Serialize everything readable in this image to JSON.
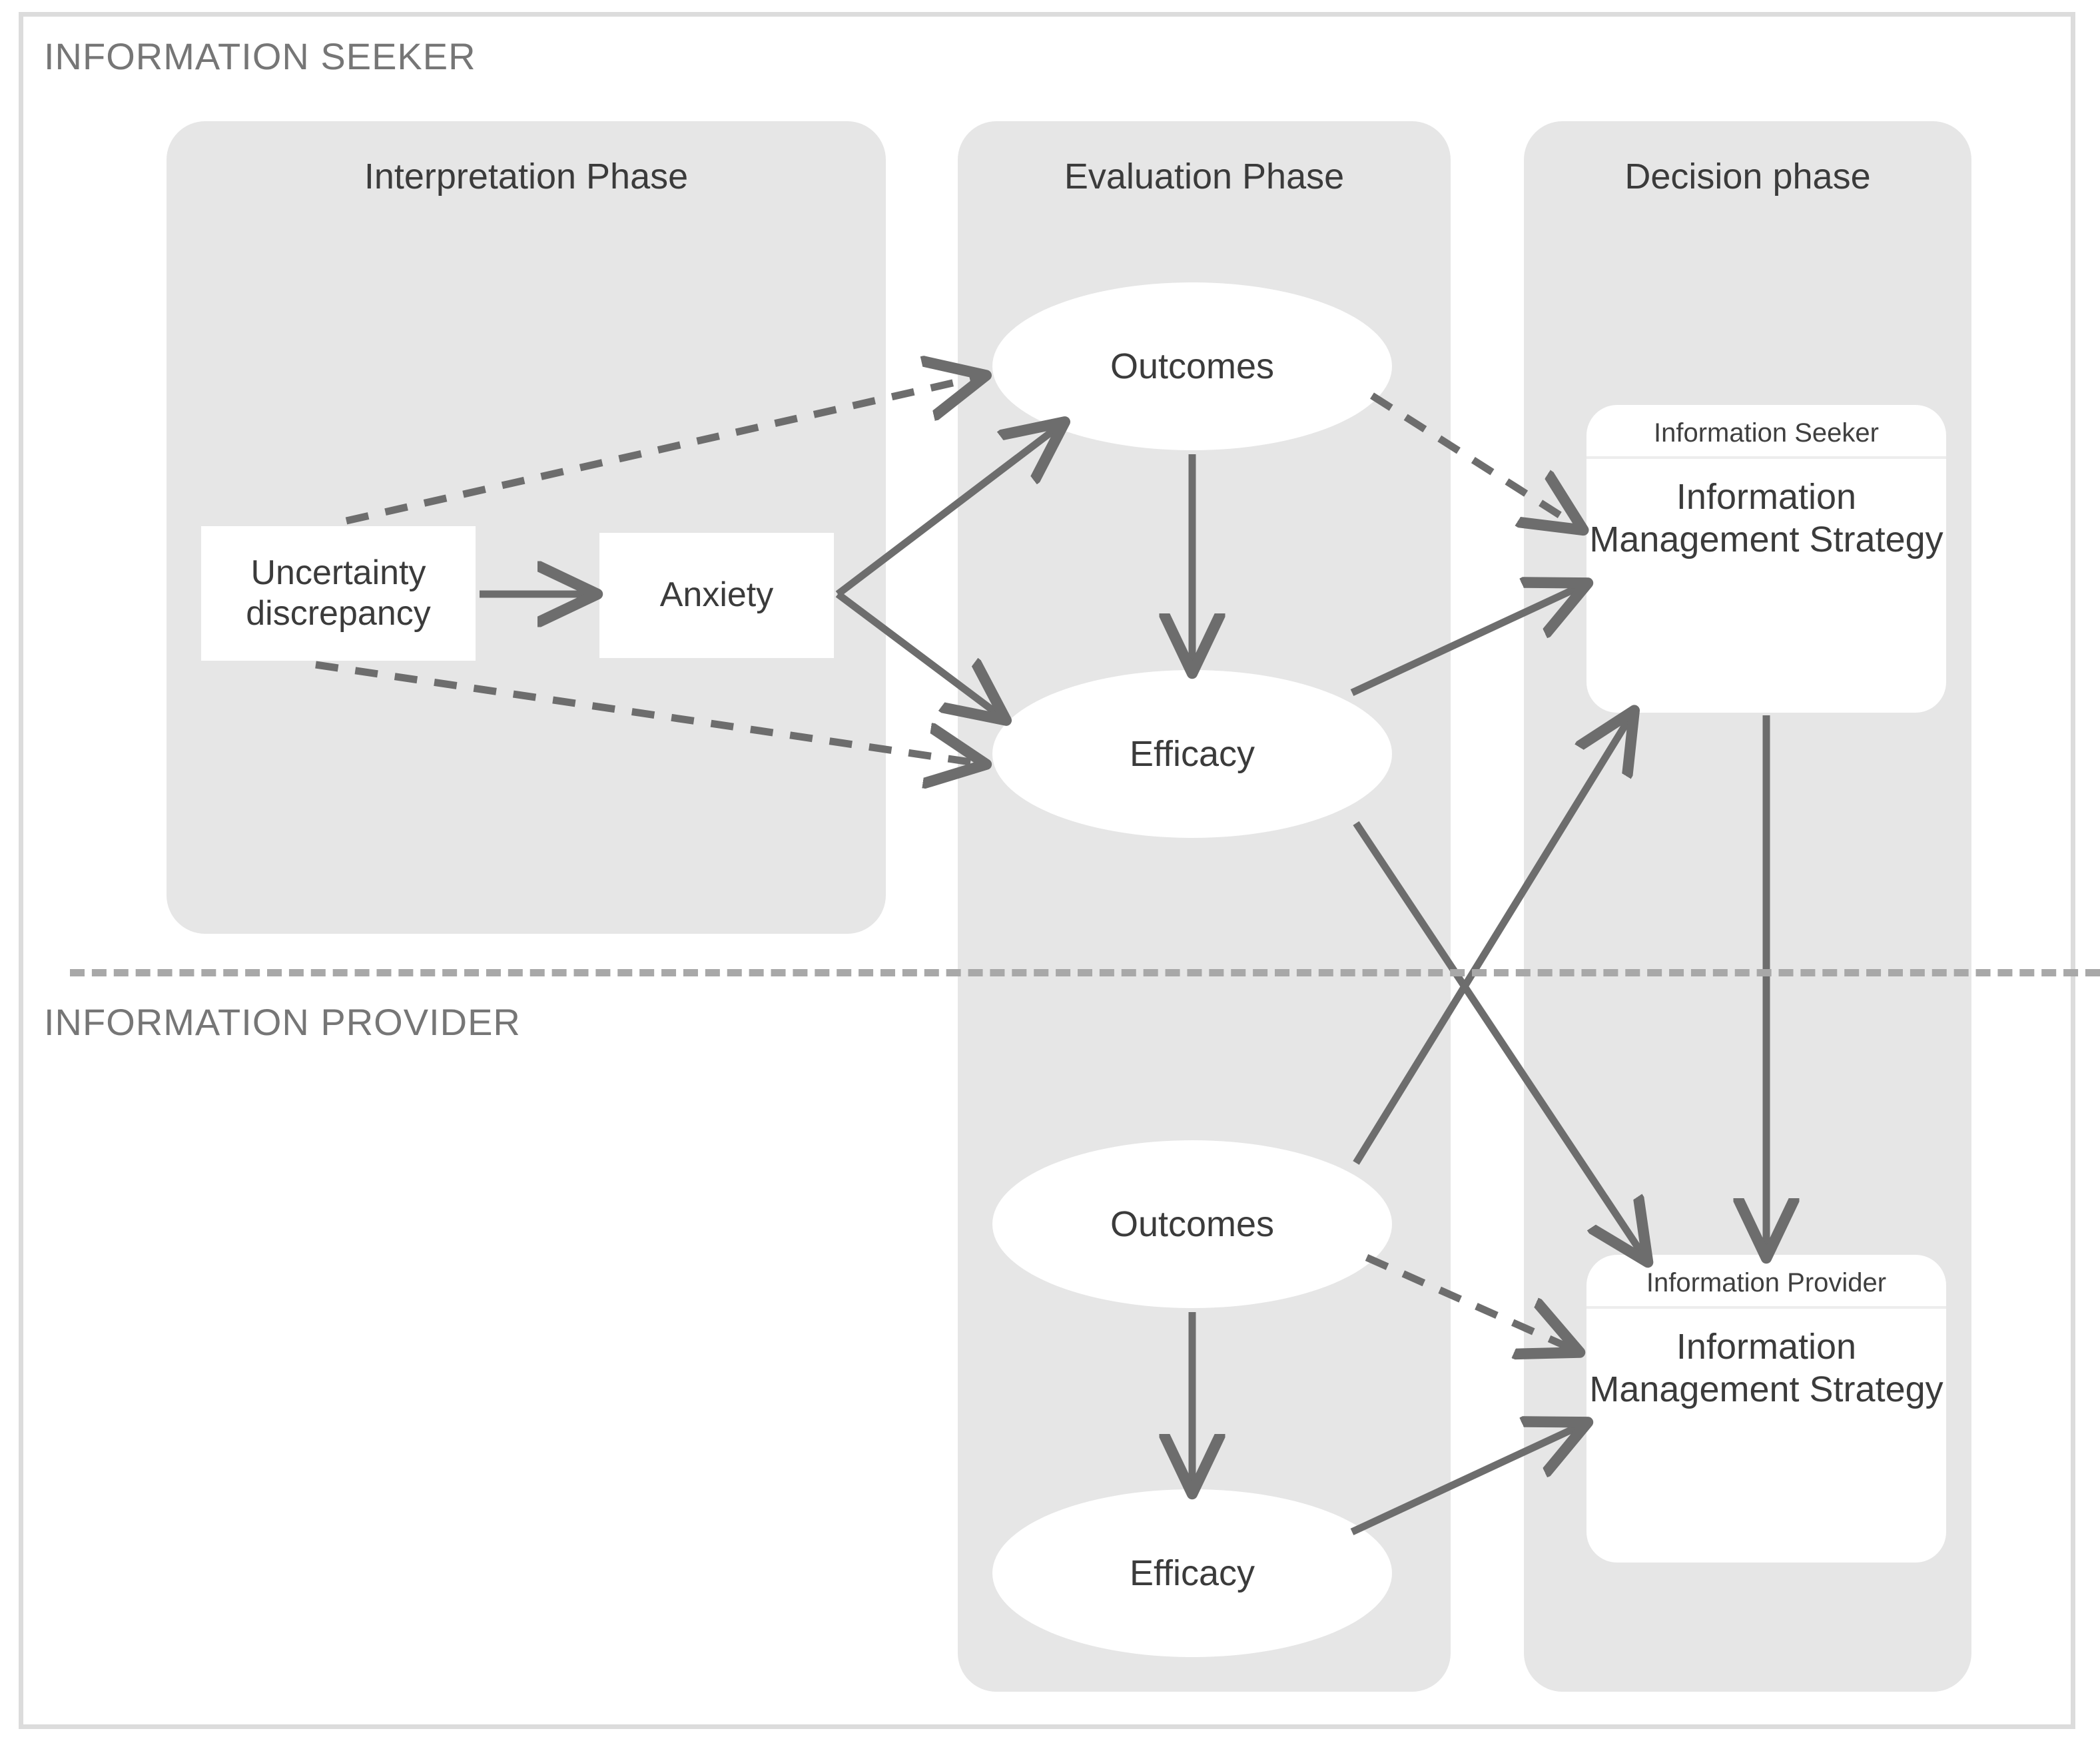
{
  "diagram": {
    "lanes": [
      {
        "id": "seeker",
        "title": "INFORMATION SEEKER"
      },
      {
        "id": "provider",
        "title": "INFORMATION PROVIDER"
      }
    ],
    "phases": [
      {
        "id": "interpretation",
        "label": "Interpretation Phase"
      },
      {
        "id": "evaluation",
        "label": "Evaluation Phase"
      },
      {
        "id": "decision",
        "label": "Decision phase"
      }
    ],
    "nodes": {
      "uncertainty": "Uncertainty discrepancy",
      "anxiety": "Anxiety",
      "outcomes_seeker": "Outcomes",
      "efficacy_seeker": "Efficacy",
      "outcomes_provider": "Outcomes",
      "efficacy_provider": "Efficacy"
    },
    "cards": [
      {
        "id": "ims_seeker",
        "header": "Information Seeker",
        "body": "Information Management Strategy"
      },
      {
        "id": "ims_provider",
        "header": "Information Provider",
        "body": "Information Management Strategy"
      }
    ],
    "edges": [
      {
        "from": "uncertainty",
        "to": "anxiety",
        "style": "solid"
      },
      {
        "from": "uncertainty",
        "to": "outcomes_seeker",
        "style": "dashed"
      },
      {
        "from": "uncertainty",
        "to": "efficacy_seeker",
        "style": "dashed"
      },
      {
        "from": "anxiety",
        "to": "outcomes_seeker",
        "style": "solid"
      },
      {
        "from": "anxiety",
        "to": "efficacy_seeker",
        "style": "solid"
      },
      {
        "from": "outcomes_seeker",
        "to": "efficacy_seeker",
        "style": "solid"
      },
      {
        "from": "outcomes_seeker",
        "to": "ims_seeker",
        "style": "dashed"
      },
      {
        "from": "efficacy_seeker",
        "to": "ims_seeker",
        "style": "solid"
      },
      {
        "from": "efficacy_seeker",
        "to": "ims_provider",
        "style": "solid"
      },
      {
        "from": "outcomes_provider",
        "to": "efficacy_provider",
        "style": "solid"
      },
      {
        "from": "outcomes_provider",
        "to": "ims_provider",
        "style": "dashed"
      },
      {
        "from": "outcomes_provider",
        "to": "ims_seeker",
        "style": "solid"
      },
      {
        "from": "efficacy_provider",
        "to": "ims_provider",
        "style": "solid"
      },
      {
        "from": "ims_seeker",
        "to": "ims_provider",
        "style": "solid"
      }
    ],
    "colors": {
      "frame_border": "#dcdcdc",
      "phase_fill": "#e6e6e6",
      "node_fill": "#ffffff",
      "edge": "#6d6d6d",
      "lane_divider": "#a8a8a8",
      "lane_title_text": "#767676",
      "node_text": "#3b3b3b"
    }
  }
}
